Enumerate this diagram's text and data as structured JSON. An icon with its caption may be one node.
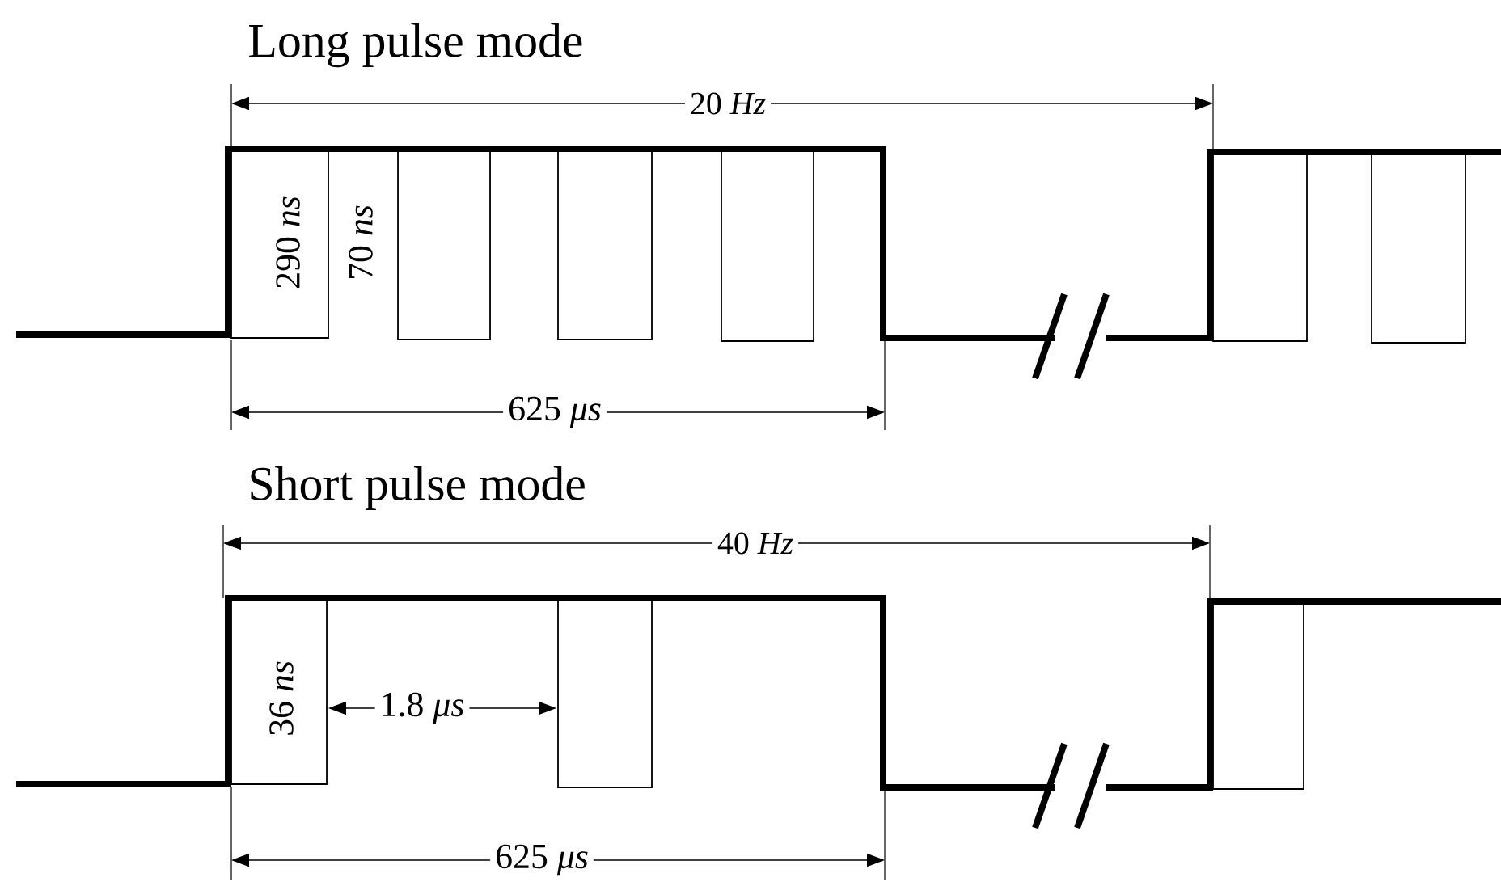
{
  "diagram": {
    "labels": [
      "Long pulse mode",
      "20 *Hz*",
      "290 *ns*",
      "70 *ns*",
      "625 *μs*",
      "Short pulse mode",
      "40 *Hz*",
      "36 *ns*",
      "1.8 *μs*",
      "625 *μs*"
    ]
  }
}
